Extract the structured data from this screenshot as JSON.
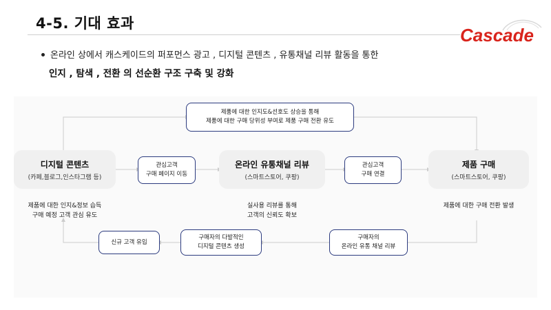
{
  "page": {
    "title": "4-5.  기대 효과",
    "bullet_text": "온라인 상에서 캐스케이드의 퍼포먼스 광고 ,  디지털 콘텐츠 ,  유통채널 리뷰 활동을 통한",
    "bullet_strong": "인지 ,  탐색 ,  전환 의 선순환 구조 구축 및 강화"
  },
  "logo": {
    "text": "Cascade",
    "color": "#d9241c"
  },
  "colors": {
    "step_border": "#2b3a7e",
    "main_fill": "#f0f0f0",
    "connector": "#cccccc"
  },
  "diagram": {
    "top_box": {
      "line1": "제품에 대한 인지도&선호도 상승을 통해",
      "line2": "제품에 대한 구매 당위성 부여로 제품 구매 전환 유도"
    },
    "main_nodes": [
      {
        "title": "디지털 콘텐츠",
        "sub": "(카페,블로그,인스타그램 등)"
      },
      {
        "title": "온라인 유통채널 리뷰",
        "sub": "(스마트스토어, 쿠팡)"
      },
      {
        "title": "제품 구매",
        "sub": "(스마트스토어, 쿠팡)"
      }
    ],
    "mid_steps": [
      {
        "line1": "관심고객",
        "line2": "구매 페이지 이동"
      },
      {
        "line1": "관심고객",
        "line2": "구매 연결"
      }
    ],
    "captions": [
      {
        "line1": "제품에 대한 인지&정보 습득",
        "line2": "구매 예정 고객 관심 유도"
      },
      {
        "line1": "실사용 리뷰를 통해",
        "line2": "고객의 신뢰도 확보"
      },
      {
        "line1": "제품에 대한 구매 전환 발생"
      }
    ],
    "bottom_steps": [
      {
        "line1": "신규 고객 유입"
      },
      {
        "line1": "구매자의 다발적인",
        "line2": "디지털 콘텐츠 생성"
      },
      {
        "line1": "구매자의",
        "line2": "온라인 유통 채널 리뷰"
      }
    ]
  }
}
